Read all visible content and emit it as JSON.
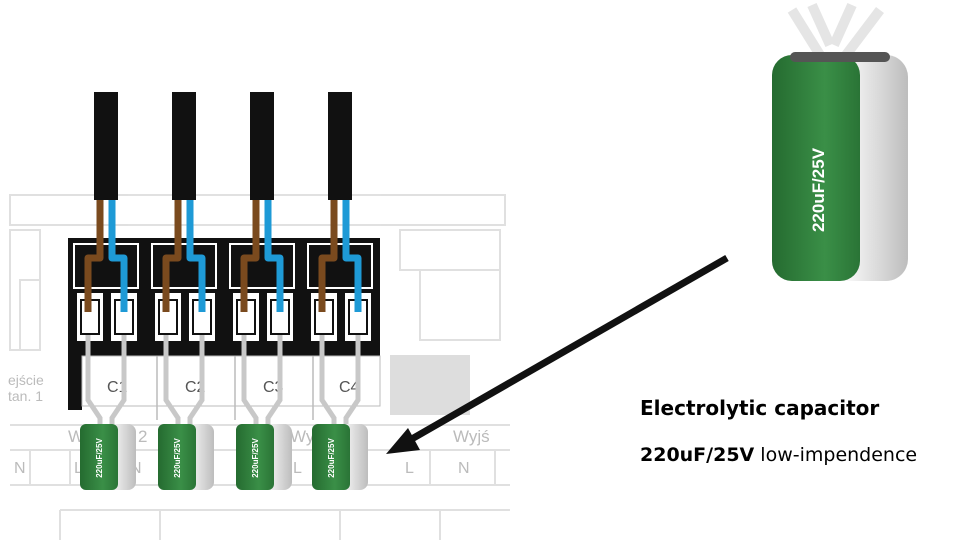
{
  "caption": {
    "title": "Electrolytic capacitor",
    "spec_value": "220uF/25V",
    "spec_desc": " low-impendence"
  },
  "terminals": [
    "C1",
    "C2",
    "C3",
    "C4"
  ],
  "background_labels": {
    "left_partial": "ejście",
    "left_partial_2": "tan. 1",
    "wyj_left": "W",
    "wyj_left_num": "2",
    "wyj_mid": "Wy",
    "wyj_right": "Wyjś",
    "L": "L",
    "N": "N"
  },
  "capacitor_label": "220uF/25V",
  "colors": {
    "cap_green": "#2e7d3a",
    "cap_silver": "#e6e6e6",
    "wire_brown": "#7a4a1e",
    "wire_blue": "#1e9ad6",
    "cable_black": "#111111"
  }
}
